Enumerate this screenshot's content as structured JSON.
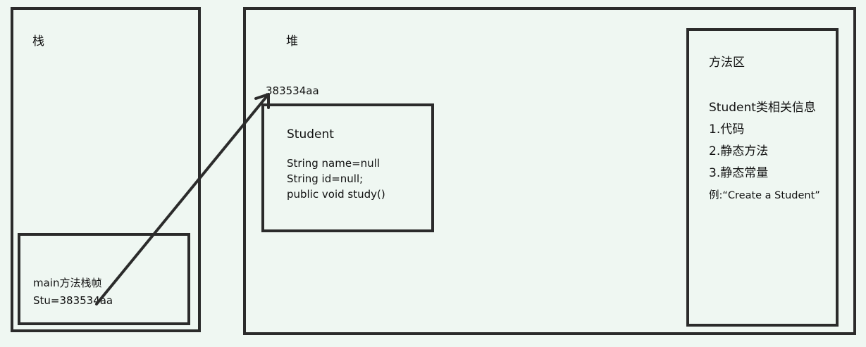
{
  "stack": {
    "title": "栈",
    "frame": {
      "title": "main方法栈帧",
      "value": "Stu=383534aa"
    }
  },
  "heap": {
    "title": "堆",
    "address": "383534aa",
    "object": {
      "class_name": "Student",
      "lines": [
        "String name=null",
        "String id=null;",
        "public void study()"
      ]
    }
  },
  "method_area": {
    "title": "方法区",
    "lines": [
      "Student类相关信息",
      "1.代码",
      "2.静态方法",
      "3.静态常量",
      "例:“Create a Student”"
    ]
  }
}
